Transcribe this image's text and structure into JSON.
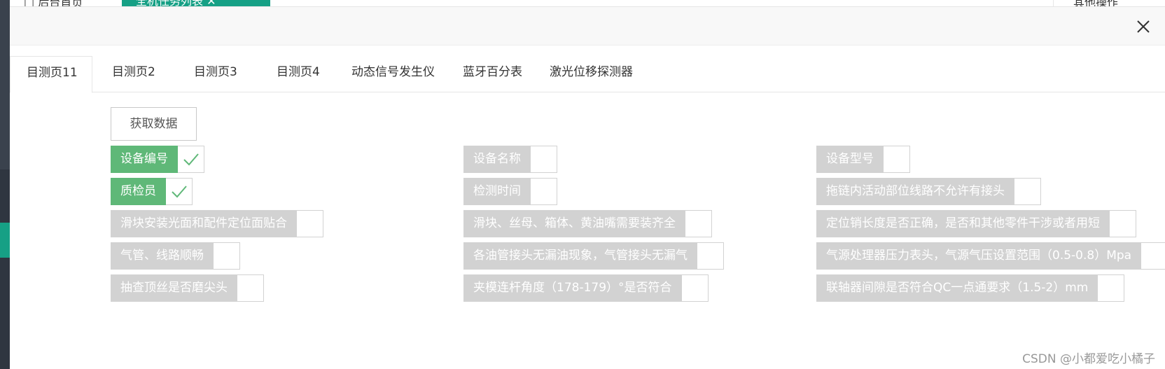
{
  "top_tabs": {
    "home_label": "后台首页",
    "active_label": "全机任务列表",
    "right_label": "其他操作"
  },
  "tabs": [
    "目测页11",
    "目测页2",
    "目测页3",
    "目测页4",
    "动态信号发生仪",
    "蓝牙百分表",
    "激光位移探测器"
  ],
  "fetch_button": "获取数据",
  "checkboxes": [
    {
      "label": "设备编号",
      "checked": true
    },
    {
      "label": "设备名称",
      "checked": false
    },
    {
      "label": "设备型号",
      "checked": false
    },
    {
      "label": "质检员",
      "checked": true
    },
    {
      "label": "检测时间",
      "checked": false
    },
    {
      "label": "拖链内活动部位线路不允许有接头",
      "checked": false
    },
    {
      "label": "滑块安装光面和配件定位面贴合",
      "checked": false
    },
    {
      "label": "滑块、丝母、箱体、黄油嘴需要装齐全",
      "checked": false
    },
    {
      "label": "定位销长度是否正确，是否和其他零件干涉或者用短",
      "checked": false
    },
    {
      "label": "气管、线路顺畅",
      "checked": false
    },
    {
      "label": "各油管接头无漏油现象，气管接头无漏气",
      "checked": false
    },
    {
      "label": "气源处理器压力表头，气源气压设置范围（0.5-0.8）Mpa",
      "checked": false
    },
    {
      "label": "抽查顶丝是否磨尖头",
      "checked": false
    },
    {
      "label": "夹模连杆角度（178-179）°是否符合",
      "checked": false
    },
    {
      "label": "联轴器间隙是否符合QC一点通要求（1.5-2）mm",
      "checked": false
    }
  ],
  "watermark": "CSDN @小都爱吃小橘子",
  "colors": {
    "accent": "#16a085",
    "checked_bg": "#5fb878",
    "unchecked_bg": "#d2d2d2"
  }
}
